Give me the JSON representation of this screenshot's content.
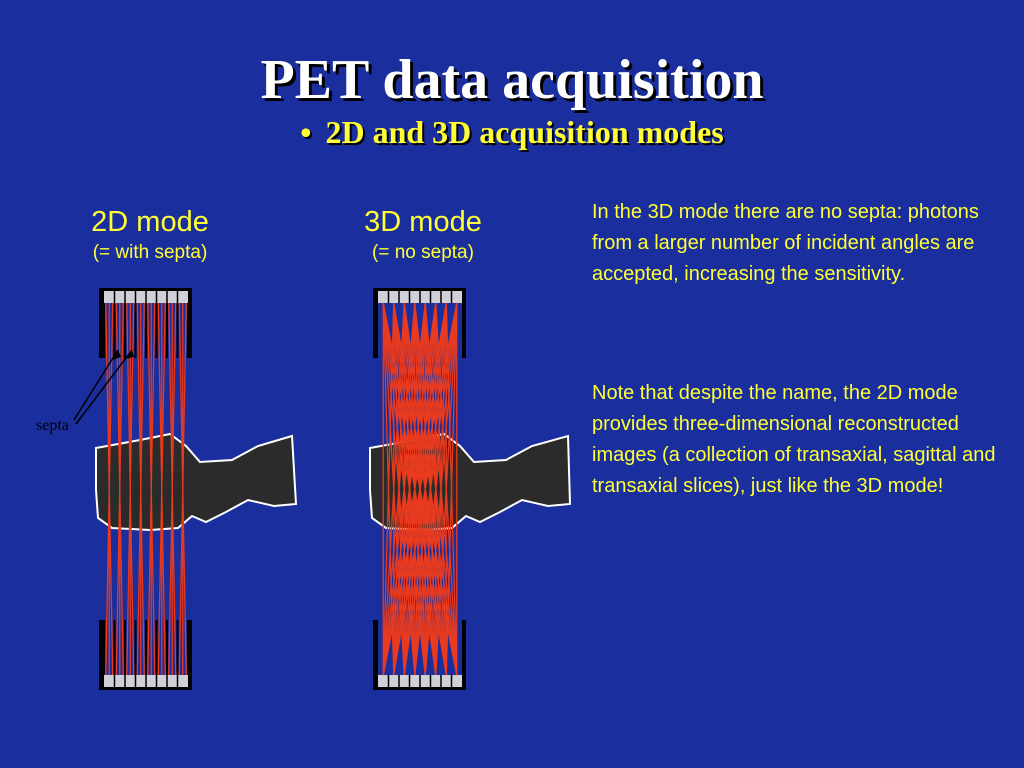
{
  "slide": {
    "title": "PET data acquisition",
    "bullet": "•",
    "subtitle": "2D and 3D acquisition modes"
  },
  "modes": {
    "mode_2d": {
      "name": "2D mode",
      "note": "(= with septa)"
    },
    "mode_3d": {
      "name": "3D mode",
      "note": "(= no septa)"
    }
  },
  "diagram": {
    "septa_label": "septa"
  },
  "text": {
    "paragraph_1": "In the 3D mode there are no septa: photons from a larger number of incident angles are accepted, increasing the sensitivity.",
    "paragraph_2": "Note that despite the name, the 2D mode provides three-dimensional reconstructed images (a collection of transaxial, sagittal and transaxial slices), just like the 3D mode!"
  },
  "colors": {
    "background": "#1a2e9e",
    "title": "#ffffff",
    "accent_text": "#ffff33",
    "ray": "#e83a1e",
    "detector": "#d0d0d8",
    "body": "#2b2b2b"
  }
}
